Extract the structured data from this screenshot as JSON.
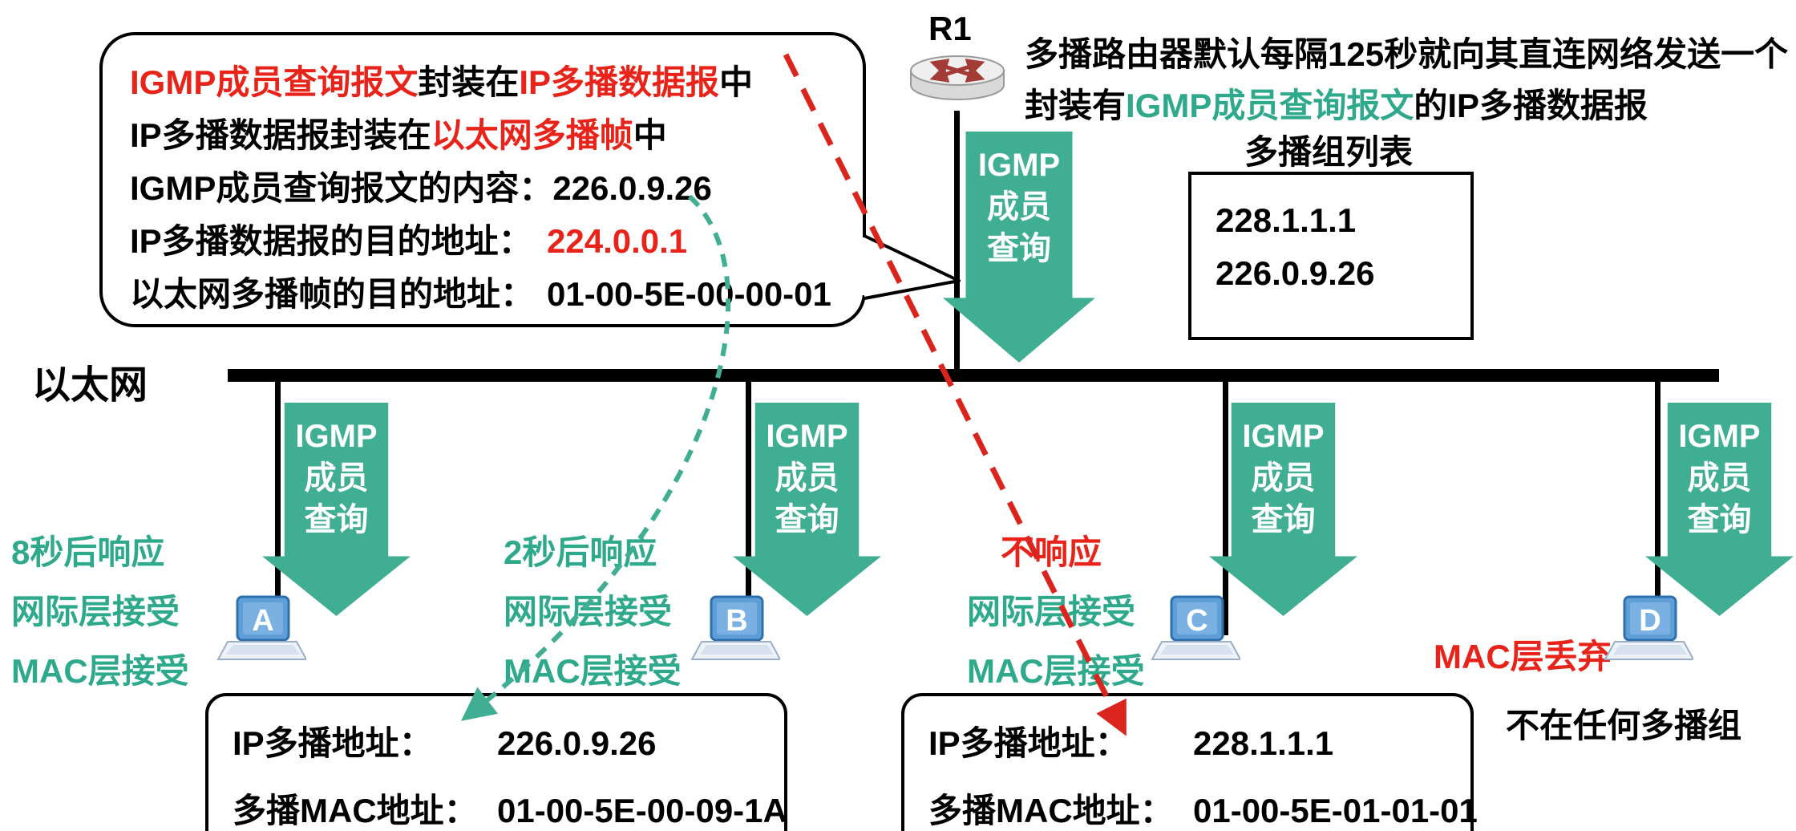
{
  "colors": {
    "teal-text": "#2fa98c",
    "teal-fill": "#3fae93",
    "red-text": "#e8231a",
    "red-dash": "#d9251d"
  },
  "callout": {
    "line1": {
      "a": "IGMP成员查询报文",
      "b": "封装在",
      "c": "IP多播数据报",
      "d": "中"
    },
    "line2": {
      "a": "IP多播数据报封装在",
      "b": "以太网多播帧",
      "c": "中"
    },
    "line3": {
      "label": "IGMP成员查询报文的内容：",
      "value": "226.0.9.26"
    },
    "line4": {
      "label": "IP多播数据报的目的地址：",
      "value": "224.0.0.1"
    },
    "line5": {
      "label": "以太网多播帧的目的地址：",
      "value": "01-00-5E-00-00-01"
    }
  },
  "router": {
    "label": "R1"
  },
  "router_note": {
    "line1": "多播路由器默认每隔125秒就向其直连网络发送一个",
    "line2a": "封装有",
    "line2b": "IGMP成员查询报文",
    "line2c": "的IP多播数据报"
  },
  "group_list": {
    "title": "多播组列表",
    "entries": [
      "228.1.1.1",
      "226.0.9.26"
    ]
  },
  "igmp_query": {
    "line1": "IGMP",
    "line2": "成员",
    "line3": "查询"
  },
  "ethernet": {
    "label": "以太网"
  },
  "hosts": [
    {
      "letter": "A",
      "note1": "8秒后响应",
      "note2": "网际层接受",
      "note3": "MAC层接受"
    },
    {
      "letter": "B",
      "note1": "2秒后响应",
      "note2": "网际层接受",
      "note3": "MAC层接受"
    },
    {
      "letter": "C",
      "note1": "不响应",
      "note2": "网际层接受",
      "note3": "MAC层接受"
    },
    {
      "letter": "D",
      "note1": "MAC层丢弃",
      "note2": "不在任何多播组"
    }
  ],
  "address_boxes": [
    {
      "ip_label": "IP多播地址：",
      "ip_value": "226.0.9.26",
      "mac_label": "多播MAC地址：",
      "mac_value": "01-00-5E-00-09-1A"
    },
    {
      "ip_label": "IP多播地址：",
      "ip_value": "228.1.1.1",
      "mac_label": "多播MAC地址：",
      "mac_value": "01-00-5E-01-01-01"
    }
  ]
}
